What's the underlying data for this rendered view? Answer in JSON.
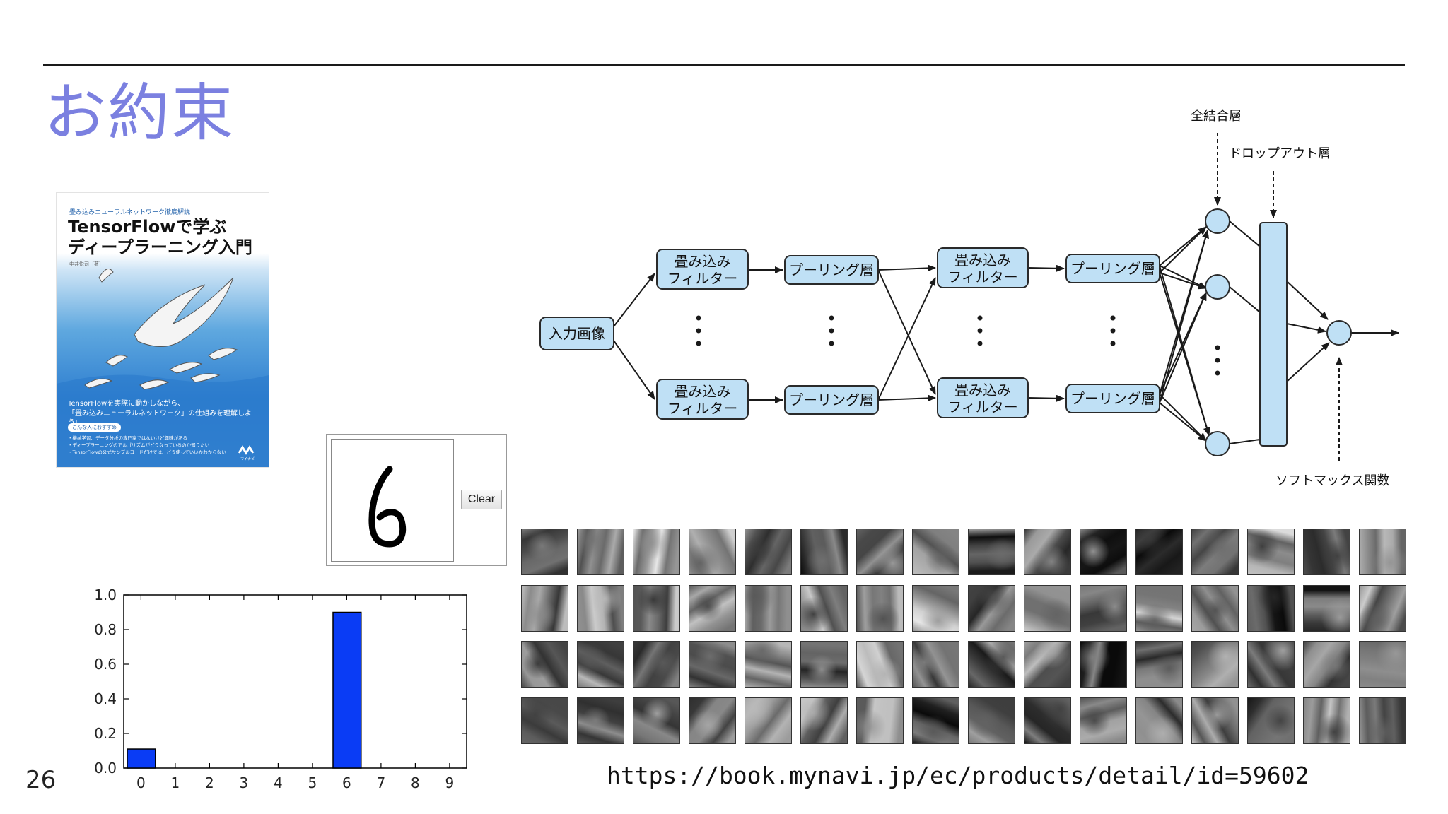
{
  "slide": {
    "title": "お約束",
    "page_number": "26",
    "url": "https://book.mynavi.jp/ec/products/detail/id=59602"
  },
  "book": {
    "subtitle": "畳み込みニューラルネットワーク徹底解説",
    "title_line1": "TensorFlowで学ぶ",
    "title_line2": "ディープラーニング入門",
    "author": "中井悦司［著］",
    "tagline_line1": "TensorFlowを実際に動かしながら、",
    "tagline_line2": "「畳み込みニューラルネットワーク」の仕組みを理解しよう!",
    "badge": "こんな人におすすめ",
    "bullets": [
      "・機械学習、データ分析の専門家ではないけど興味がある",
      "・ディープラーニングのアルゴリズムがどうなっているのか知りたい",
      "・TensorFlowの公式サンプルコードだけでは、どう使っていいかわからない"
    ],
    "publisher": "マイナビ"
  },
  "draw_widget": {
    "drawn_digit": "6",
    "clear_label": "Clear"
  },
  "diagram": {
    "input": "入力画像",
    "conv_line1": "畳み込み",
    "conv_line2": "フィルター",
    "pool": "プーリング層",
    "fully_connected": "全結合層",
    "dropout": "ドロップアウト層",
    "softmax": "ソフトマックス関数"
  },
  "chart_data": {
    "type": "bar",
    "categories": [
      "0",
      "1",
      "2",
      "3",
      "4",
      "5",
      "6",
      "7",
      "8",
      "9"
    ],
    "values": [
      0.11,
      0,
      0,
      0,
      0,
      0,
      0.9,
      0,
      0,
      0
    ],
    "yticks": [
      "0.0",
      "0.2",
      "0.4",
      "0.6",
      "0.8",
      "1.0"
    ],
    "ylim": [
      0,
      1.0
    ],
    "bar_color": "#0a3cf5"
  },
  "filters": {
    "rows": 4,
    "columns": 16
  },
  "colors": {
    "title": "#7b80e0",
    "box_fill": "#bfe0f5",
    "box_stroke": "#2a2a2a"
  }
}
